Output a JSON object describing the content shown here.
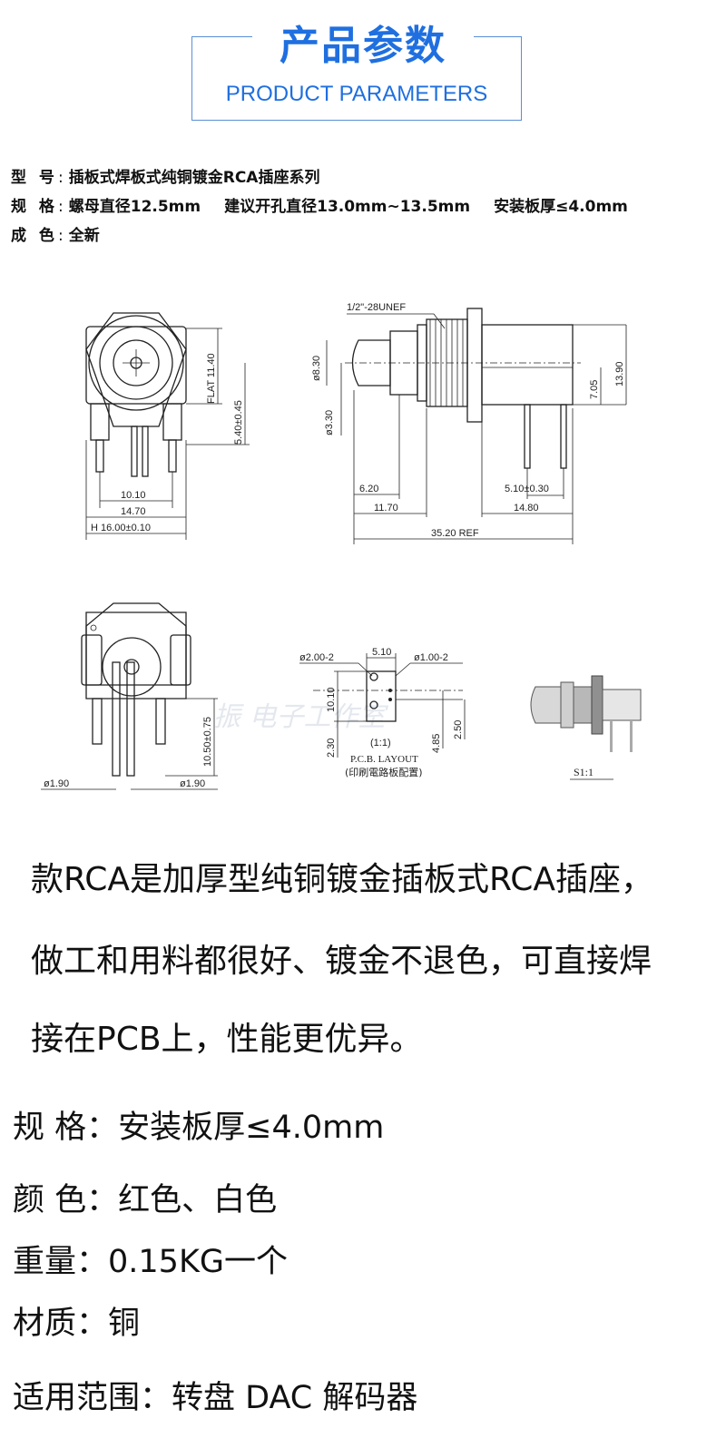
{
  "header": {
    "title_cn": "产品参数",
    "title_en": "PRODUCT PARAMETERS"
  },
  "specs": [
    {
      "key": "型 号",
      "value": "插板式焊板式纯铜镀金RCA插座系列"
    },
    {
      "key": "规 格",
      "value": "螺母直径12.5mm",
      "value2": "建议开孔直径13.0mm~13.5mm",
      "value3": "安装板厚≤4.0mm"
    },
    {
      "key": "成 色",
      "value": "全新"
    }
  ],
  "drawing": {
    "front": {
      "flat": "FLAT 11.40",
      "offset": "5.40±0.45",
      "w1": "10.10",
      "w2": "14.70",
      "w3": "H  16.00±0.10"
    },
    "side": {
      "thread": "1/2\"-28UNEF",
      "d1": "ø8.30",
      "d2": "ø3.30",
      "h1": "13.90",
      "h2": "7.05",
      "l1": "6.20",
      "l2": "11.70",
      "l3": "5.10±0.30",
      "l4": "14.80",
      "total": "35.20  REF"
    },
    "bottom": {
      "pin_len": "10.50±0.75",
      "pin_d1": "ø1.90",
      "pin_d2": "ø1.90"
    },
    "pcb": {
      "hole_large": "ø2.00-2",
      "pitch": "5.10",
      "hole_small": "ø1.00-2",
      "h1": "10.10",
      "h2": "2.30",
      "h3": "4.85",
      "h4": "2.50",
      "scale": "(1:1)",
      "caption": "P.C.B. LAYOUT",
      "caption_cn": "(印刷電路板配置)"
    },
    "photo_scale": "S1:1",
    "watermark": "振  电子工作室"
  },
  "description": [
    "款RCA是加厚型纯铜镀金插板式RCA插座，",
    "做工和用料都很好、镀金不退色，可直接焊",
    "接在PCB上，性能更优异。"
  ],
  "attributes": [
    {
      "label": "规  格：",
      "value": "安装板厚≤4.0mm"
    },
    {
      "label": "颜  色：",
      "value": "红色、白色"
    },
    {
      "label": "重量：",
      "value": "0.15KG一个"
    },
    {
      "label": "材质：",
      "value": "铜"
    },
    {
      "label": "适用范围：",
      "value": "转盘 DAC   解码器"
    }
  ]
}
